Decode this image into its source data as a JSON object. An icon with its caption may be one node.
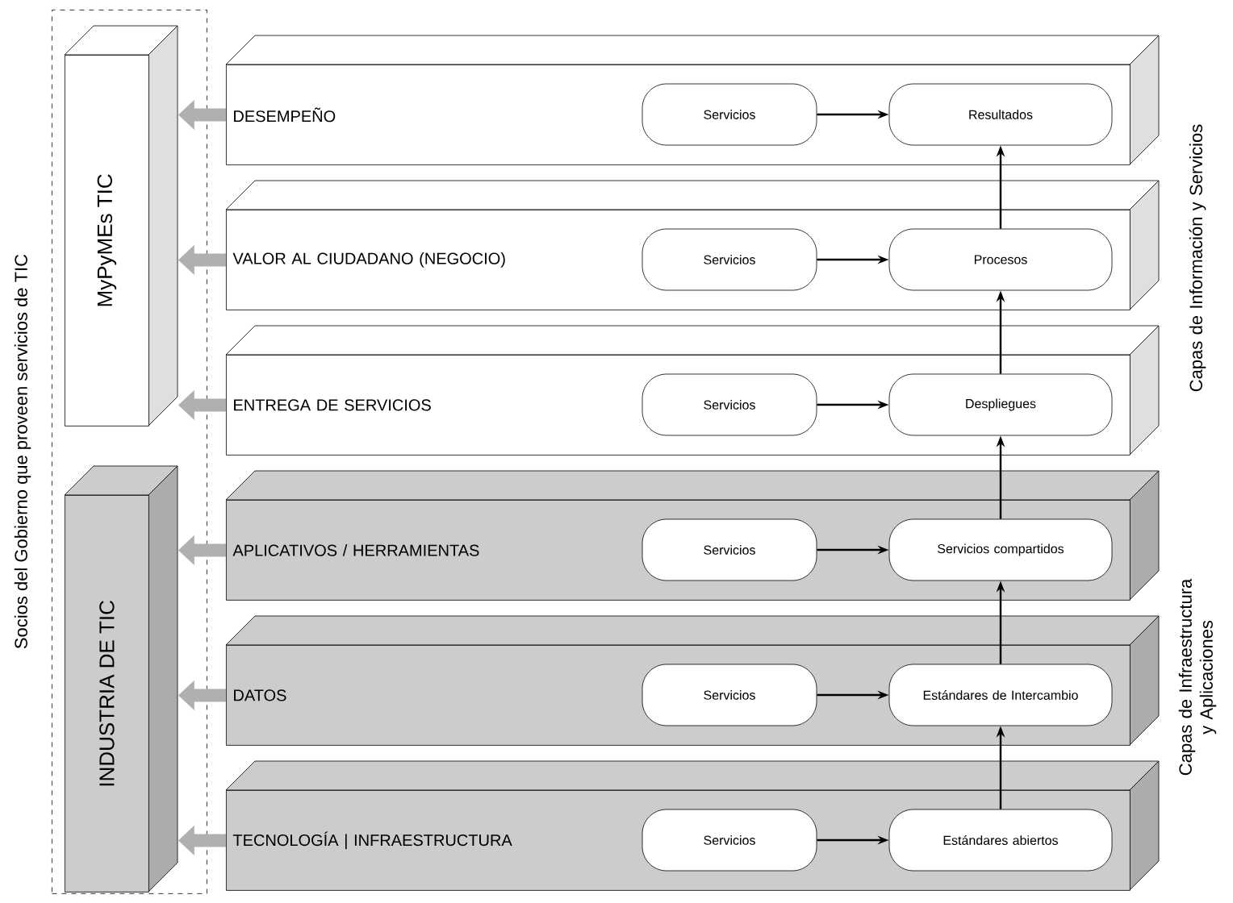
{
  "diagram": {
    "nodes": [
      {
        "text": [
          "Socios del Gobierno que proveen servicios de TIC"
        ]
      },
      {
        "text": [
          "MyPyMEs TIC"
        ],
        "in": 0
      },
      {
        "text": [
          "INDUSTRIA DE TIC"
        ],
        "in": 0
      },
      {
        "text": [
          "DESEMPEÑO"
        ]
      },
      {
        "text": [
          "Servicios"
        ],
        "in": 3
      },
      {
        "text": [
          "Resultados"
        ],
        "in": 3
      },
      {
        "text": [
          "VALOR AL CIUDADANO (NEGOCIO)"
        ]
      },
      {
        "text": [
          "Servicios"
        ],
        "in": 6
      },
      {
        "text": [
          "Procesos"
        ],
        "in": 6
      },
      {
        "text": [
          "ENTREGA DE SERVICIOS"
        ]
      },
      {
        "text": [
          "Servicios"
        ],
        "in": 9
      },
      {
        "text": [
          "Despliegues"
        ],
        "in": 9
      },
      {
        "text": [
          "APLICATIVOS / HERRAMIENTAS"
        ]
      },
      {
        "text": [
          "Servicios"
        ],
        "in": 12
      },
      {
        "text": [
          "Servicios compartidos"
        ],
        "in": 12
      },
      {
        "text": [
          "DATOS"
        ]
      },
      {
        "text": [
          "Servicios"
        ],
        "in": 15
      },
      {
        "text": [
          "Estándares de Intercambio"
        ],
        "in": 15
      },
      {
        "text": [
          "TECNOLOGÍA | INFRAESTRUCTURA"
        ]
      },
      {
        "text": [
          "Servicios"
        ],
        "in": 18
      },
      {
        "text": [
          "Estándares abiertos"
        ],
        "in": 18
      }
    ],
    "edges": [
      {
        "from": 4,
        "to": 5,
        "arrow": "to"
      },
      {
        "from": 7,
        "to": 8,
        "arrow": "to"
      },
      {
        "from": 10,
        "to": 11,
        "arrow": "to"
      },
      {
        "from": 13,
        "to": 14,
        "arrow": "to"
      },
      {
        "from": 16,
        "to": 17,
        "arrow": "to"
      },
      {
        "from": 19,
        "to": 20,
        "arrow": "to"
      },
      {
        "from": 20,
        "to": 17,
        "arrow": "to"
      },
      {
        "from": 17,
        "to": 14,
        "arrow": "to"
      },
      {
        "from": 14,
        "to": 11,
        "arrow": "to"
      },
      {
        "from": 11,
        "to": 8,
        "arrow": "to"
      },
      {
        "from": 8,
        "to": 5,
        "arrow": "to"
      },
      {
        "from": 3,
        "to": 1,
        "arrow": "to",
        "style": "thick",
        "color": "#b0b0b0"
      },
      {
        "from": 6,
        "to": 1,
        "arrow": "to",
        "style": "thick",
        "color": "#b0b0b0"
      },
      {
        "from": 9,
        "to": 1,
        "arrow": "to",
        "style": "thick",
        "color": "#b0b0b0"
      },
      {
        "from": 12,
        "to": 2,
        "arrow": "to",
        "style": "thick",
        "color": "#b0b0b0"
      },
      {
        "from": 15,
        "to": 2,
        "arrow": "to",
        "style": "thick",
        "color": "#b0b0b0"
      },
      {
        "from": 18,
        "to": 2,
        "arrow": "to",
        "style": "thick",
        "color": "#b0b0b0"
      }
    ],
    "labels": [
      "Capas de Información y Servicios",
      "Capas de Infraestructura y Aplicaciones"
    ]
  }
}
